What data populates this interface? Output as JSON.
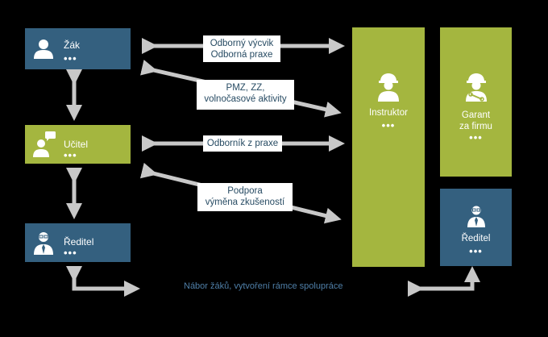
{
  "left_boxes": {
    "zak": {
      "label": "Žák",
      "dots": "•••"
    },
    "ucitel": {
      "label": "Učitel",
      "dots": "•••"
    },
    "reditel": {
      "label": "Ředitel",
      "dots": "•••"
    }
  },
  "right_boxes": {
    "instruktor": {
      "label": "Instruktor",
      "dots": "•••"
    },
    "garant": {
      "label_line1": "Garant",
      "label_line2": "za firmu",
      "dots": "•••"
    },
    "reditel": {
      "label": "Ředitel",
      "dots": "•••"
    }
  },
  "connections": {
    "tag1_line1": "Odborný výcvik",
    "tag1_line2": "Odborná praxe",
    "tag2_line1": "PMZ, ZZ,",
    "tag2_line2": "volnočasové aktivity",
    "tag3": "Odborník z praxe",
    "tag4_line1": "Podpora",
    "tag4_line2": "výměna zkušeností"
  },
  "bottom_note": "Nábor žáků, vytvoření rámce spolupráce",
  "colors": {
    "blue": "#34607f",
    "green": "#a4b63f",
    "arrow": "#c8c8c8",
    "note": "#4f7fa8"
  }
}
